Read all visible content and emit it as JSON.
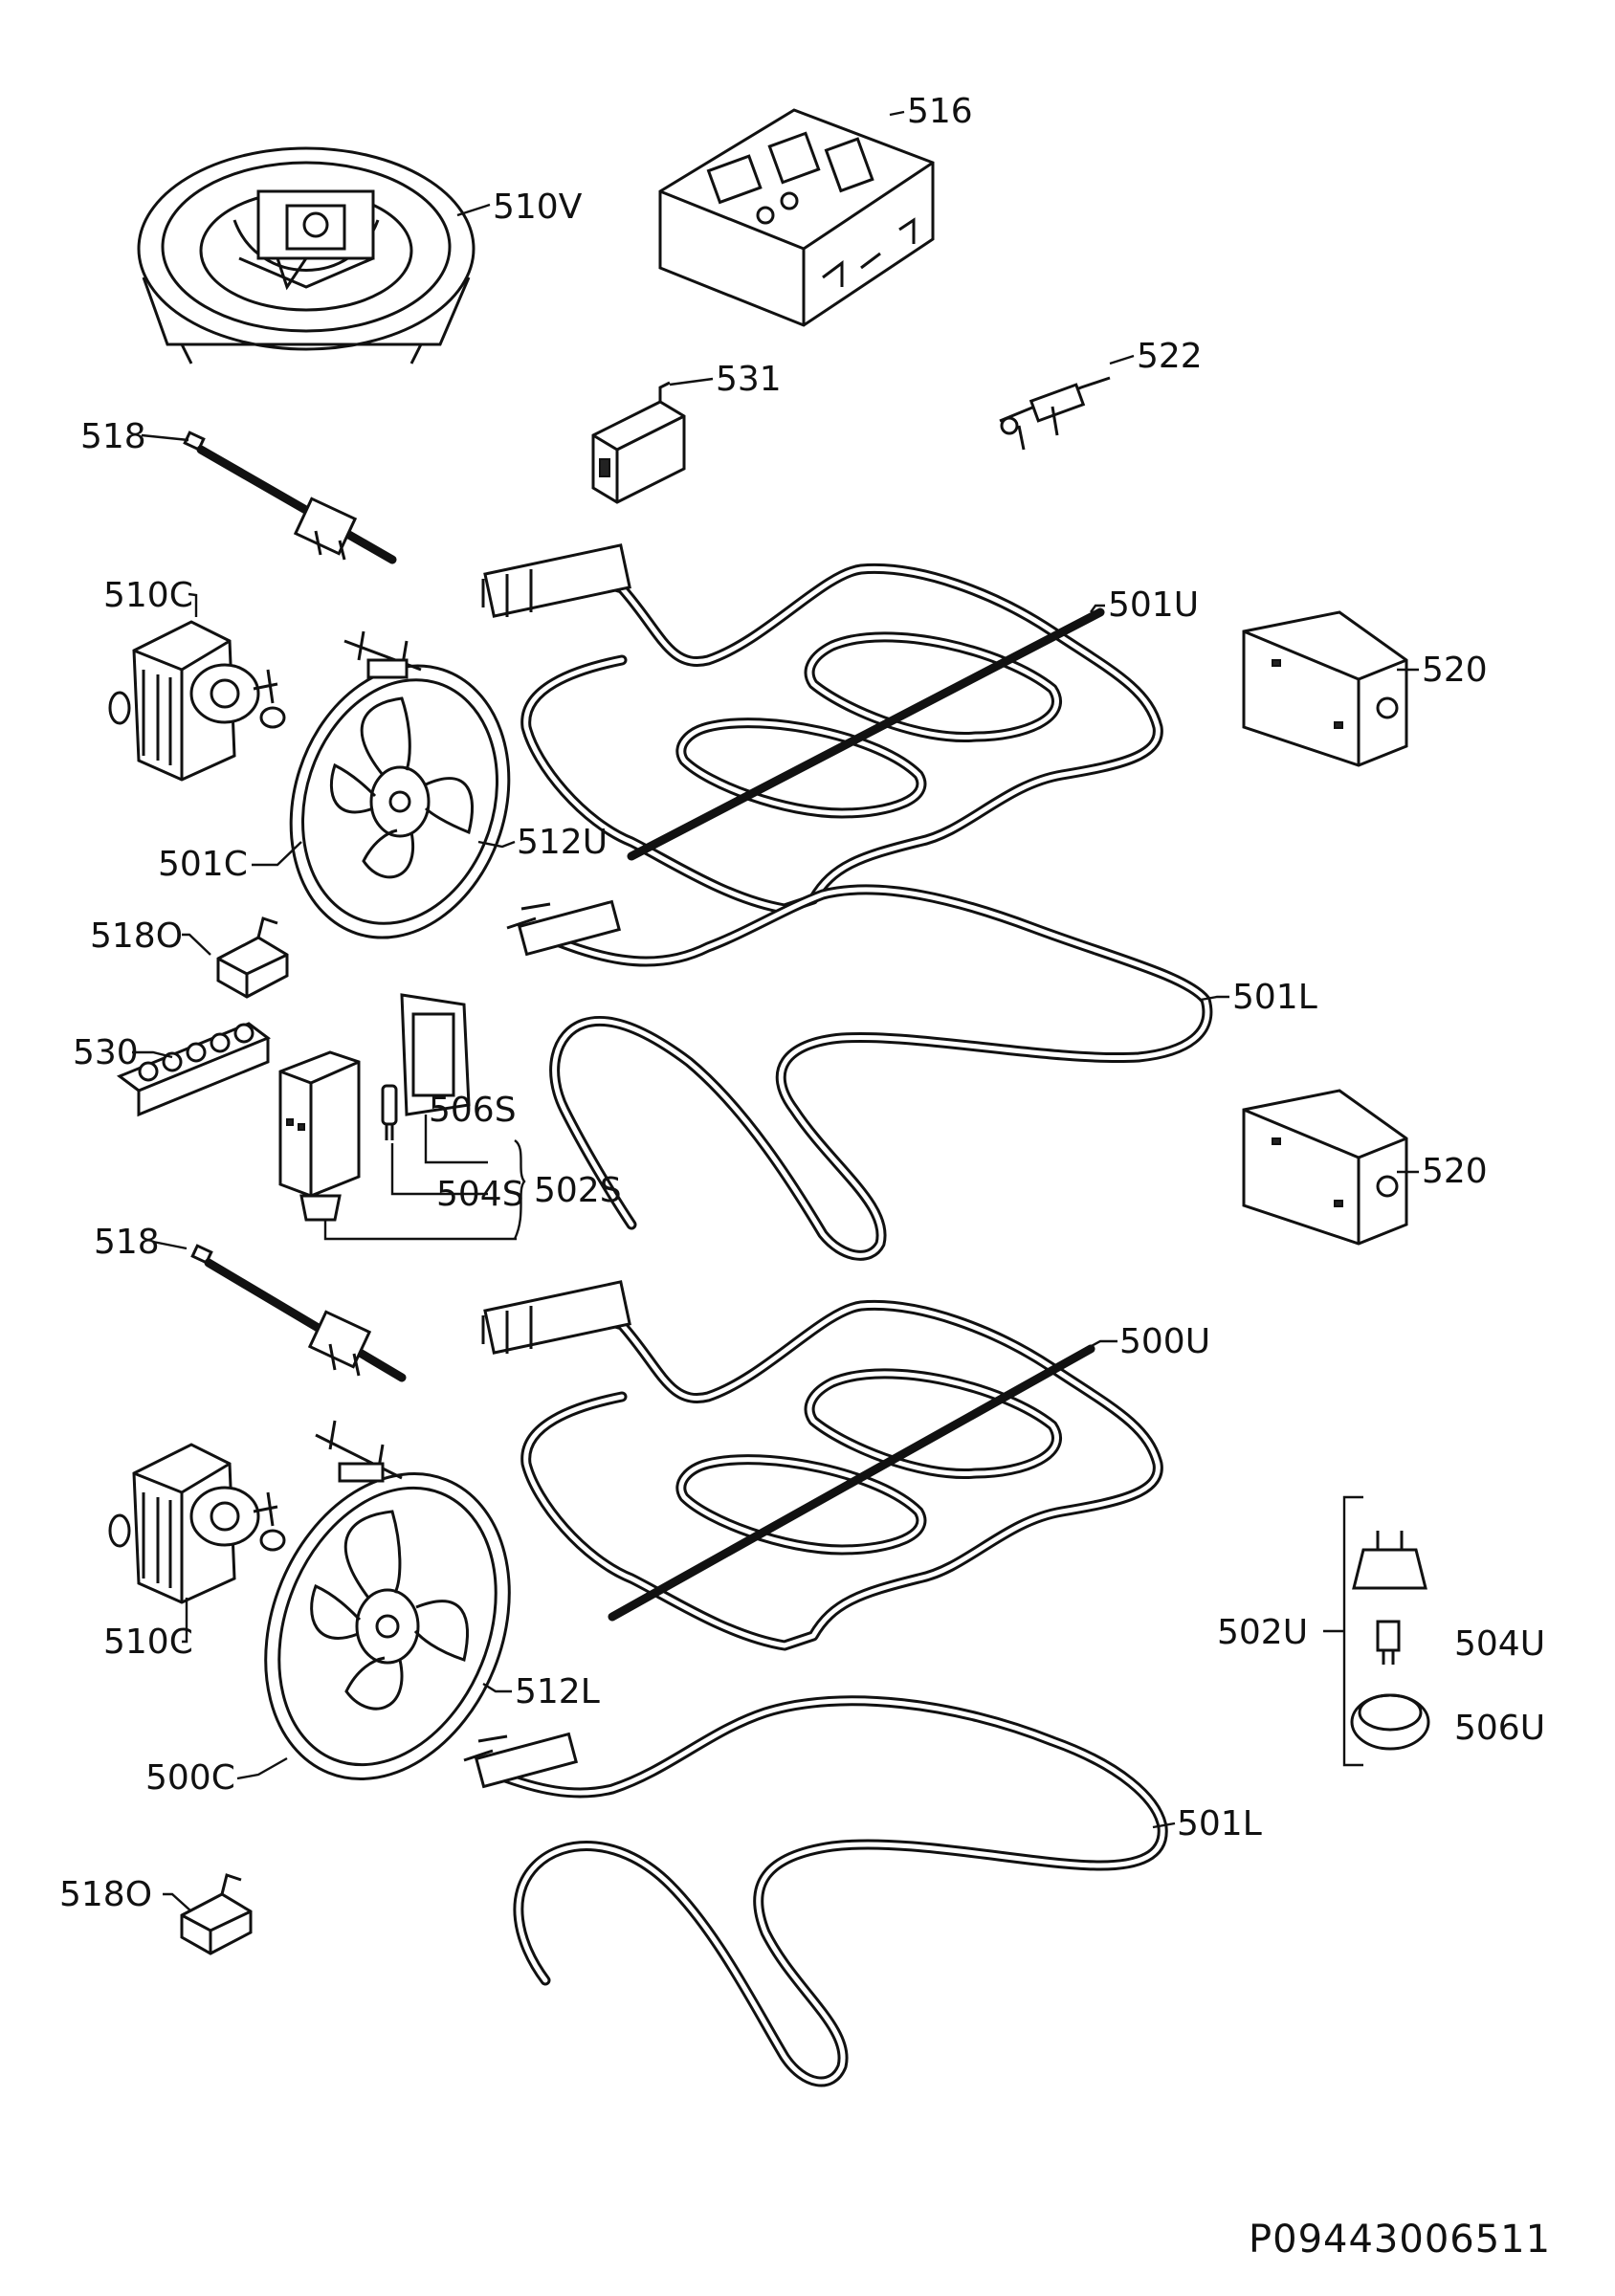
{
  "diagram": {
    "code": "P09443006511",
    "labels": {
      "l510V": "510V",
      "l516": "516",
      "l531": "531",
      "l522": "522",
      "l518a": "518",
      "l510Ca": "510C",
      "l501U": "501U",
      "l520a": "520",
      "l501C": "501C",
      "l512U": "512U",
      "l518Oa": "518O",
      "l501La": "501L",
      "l530": "530",
      "l506S": "506S",
      "l504S": "504S",
      "l502S": "502S",
      "l520b": "520",
      "l518b": "518",
      "l500U": "500U",
      "l510Cb": "510C",
      "l502U": "502U",
      "l504U": "504U",
      "l506U": "506U",
      "l512L": "512L",
      "l500C": "500C",
      "l501Lb": "501L",
      "l518Ob": "518O"
    }
  }
}
